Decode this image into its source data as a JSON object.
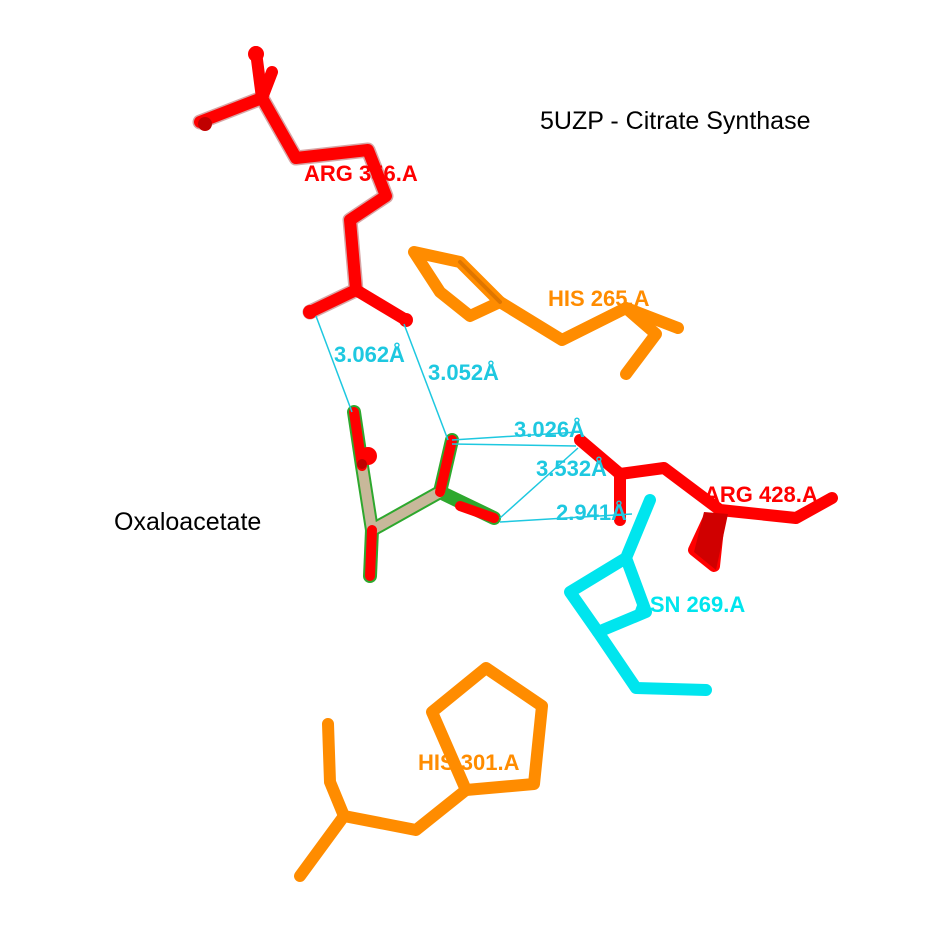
{
  "title": "5UZP - Citrate Synthase",
  "ligand_label": "Oxaloacetate",
  "colors": {
    "arg": "#ff0000",
    "his": "#ff8c00",
    "asn": "#00e5ee",
    "hbond": "#1ec8e0",
    "ligand_carbon": "#c8b89a",
    "ligand_oxygen": "#ff0000",
    "ligand_outline": "#2ea82e"
  },
  "residues": {
    "arg356": "ARG 356.A",
    "his265": "HIS 265.A",
    "arg428": "ARG 428.A",
    "asn269": "ASN 269.A",
    "his301": "HIS 301.A"
  },
  "distances": {
    "d1": "3.062Å",
    "d2": "3.052Å",
    "d3": "3.026Å",
    "d4": "3.532Å",
    "d5": "2.941Å"
  }
}
